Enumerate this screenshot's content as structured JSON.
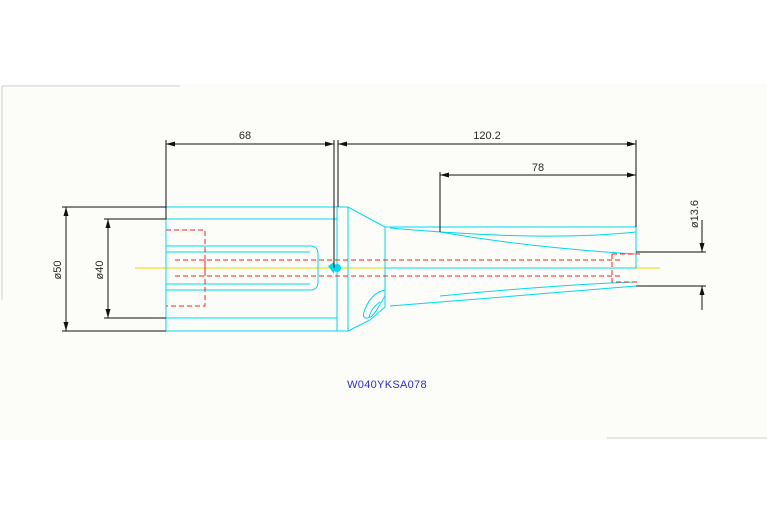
{
  "drawing": {
    "dimensions": {
      "shank_length": "68",
      "overall_body": "120.2",
      "flute_length": "78",
      "shank_diameter": "ø50",
      "pilot_diameter": "ø40",
      "coolant_diameter": "ø13.6"
    },
    "part_code": "W040YKSA078",
    "colors": {
      "outline": "#00d8ee",
      "hidden": "#ff2020",
      "centerline": "#e8d800",
      "dimension": "#111111",
      "part_code": "#2b2bd6"
    }
  }
}
